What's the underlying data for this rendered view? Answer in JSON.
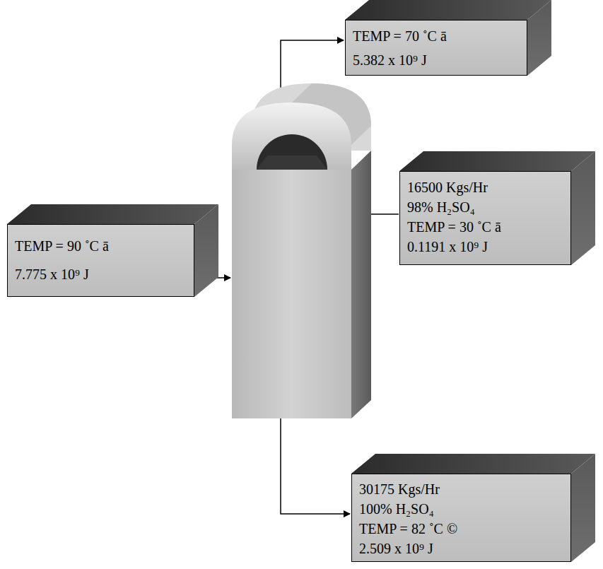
{
  "diagram": {
    "nodes": [
      {
        "text": [
          "TEMP = 70 ˚C ā",
          "5.382 x 10⁹ J"
        ]
      },
      {
        "text": [
          "TEMP = 90 ˚C ā",
          "7.775 x 10⁹ J"
        ]
      },
      {
        "text": [
          "16500 Kgs/Hr",
          "98% H₂SO₄",
          "TEMP = 30 ˚C ā",
          "0.1191 x 10⁹ J"
        ]
      },
      {
        "text": [
          "30175 Kgs/Hr",
          "100% H₂SO₄",
          "TEMP = 82 ˚C ©",
          "2.509 x 10⁹ J"
        ]
      }
    ]
  }
}
